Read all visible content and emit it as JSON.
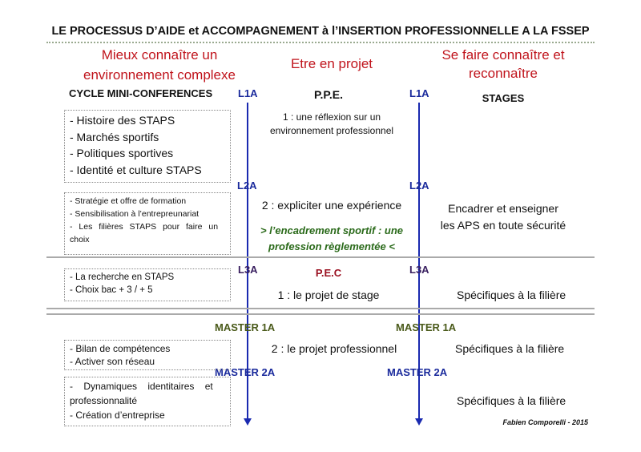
{
  "title": "LE PROCESSUS D’AIDE et ACCOMPAGNEMENT à l’INSERTION PROFESSIONNELLE A LA FSSEP",
  "columns": {
    "left": [
      "Mieux connaître un",
      "environnement complexe"
    ],
    "middle": "Etre en projet",
    "right": [
      "Se faire connaître et",
      "reconnaître"
    ]
  },
  "subheads": {
    "left": "CYCLE MINI-CONFERENCES",
    "middle": "P.P.E.",
    "right": "STAGES"
  },
  "years": {
    "l1": "L1A",
    "l2": "L2A",
    "l3": "L3A",
    "m1": "MASTER 1A",
    "m2": "MASTER 2A"
  },
  "boxes": [
    [
      "- Histoire des STAPS",
      "- Marchés sportifs",
      "- Politiques sportives",
      "- Identité et culture STAPS"
    ],
    [
      "- Stratégie et offre de formation",
      "- Sensibilisation à l’entrepreunariat",
      "- Les filières STAPS pour faire un",
      "choix"
    ],
    [
      "- La recherche en STAPS",
      "- Choix bac + 3 / + 5"
    ],
    [
      "- Bilan de compétences",
      "- Activer son réseau"
    ],
    [
      "- Dynamiques identitaires et",
      "professionnalité",
      "- Création d’entreprise"
    ]
  ],
  "middle": {
    "step1": [
      "1 : une réflexion sur un",
      "environnement professionnel"
    ],
    "step2": "2 : expliciter une expérience",
    "note": [
      "> l’encadrement sportif : une",
      "profession règlementée <"
    ],
    "pec": "P.E.C",
    "step3": "1 : le projet de stage",
    "step4": "2 : le projet professionnel"
  },
  "right": {
    "l2": [
      "Encadrer et enseigner",
      "les APS en toute sécurité"
    ],
    "l3": "Spécifiques à la filière",
    "m1": "Spécifiques à la filière",
    "m2": "Spécifiques à la filière"
  },
  "author": "Fabien Comporelli - 2015"
}
